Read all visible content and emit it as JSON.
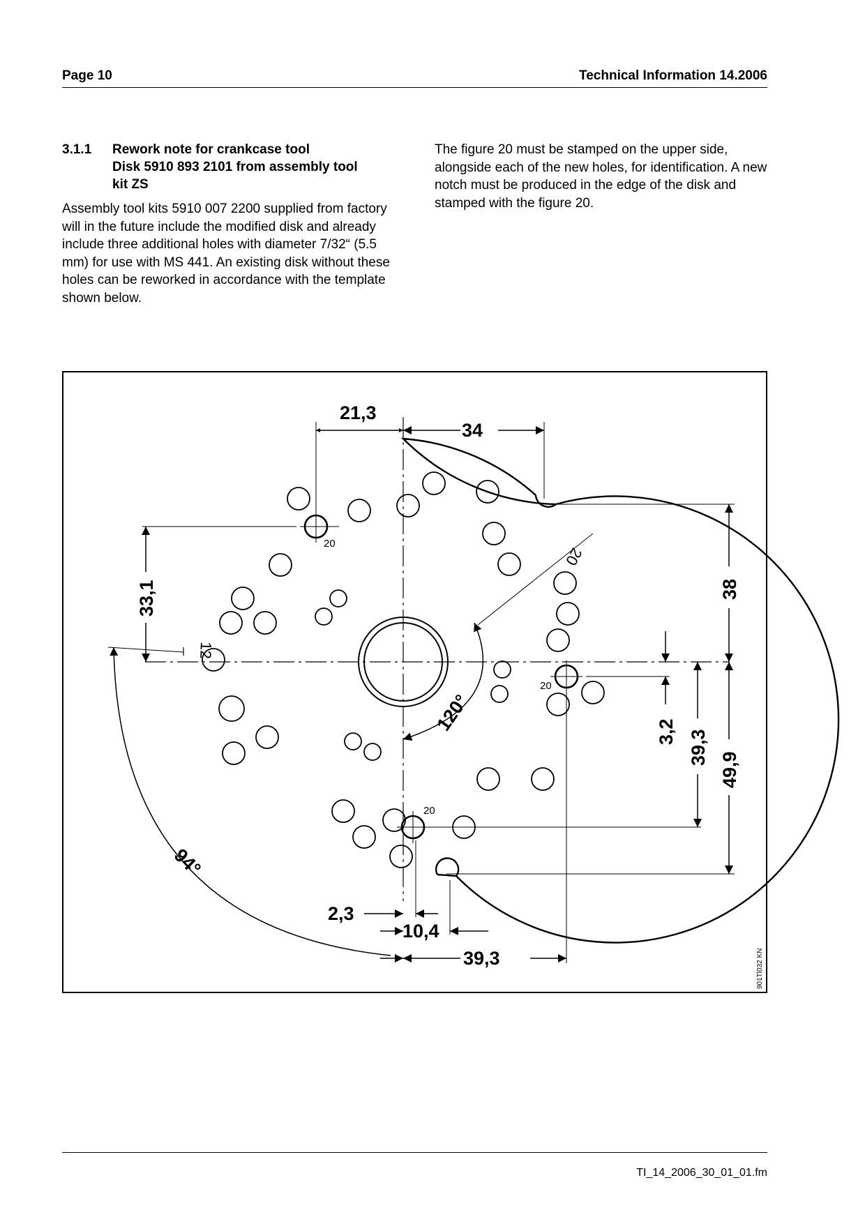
{
  "header": {
    "page": "Page 10",
    "title": "Technical Information  14.2006"
  },
  "section": {
    "number": "3.1.1",
    "title_lines": [
      "Rework note for crankcase tool",
      "Disk 5910 893 2101 from assembly tool",
      "kit ZS"
    ],
    "body_left": "Assembly tool kits 5910 007 2200 supplied from factory will in the future include the modified disk and already include three additional holes with diameter 7/32“ (5.5 mm) for use with MS 441. An existing disk without these holes can be reworked in accordance with the template shown below.",
    "body_right": "The figure 20 must be stamped on the upper side, alongside each of the new holes, for identification. A new notch must be produced in the edge of the disk and stamped with the figure 20."
  },
  "figure": {
    "dimensions": {
      "d_21_3": "21,3",
      "d_34": "34",
      "d_33_1": "33,1",
      "d_38": "38",
      "d_3_2": "3,2",
      "d_39_3_v": "39,3",
      "d_49_9": "49,9",
      "d_2_3": "2,3",
      "d_10_4": "10,4",
      "d_39_3_h": "39,3",
      "angle_120": "120°",
      "angle_94": "94°"
    },
    "stamps": {
      "hole_top": "20",
      "hole_right": "20",
      "hole_bottom": "20",
      "notch_mark": "20",
      "old_notch_mark": "12"
    },
    "reference": "901Tl032 KN"
  },
  "footer": {
    "file": "TI_14_2006_30_01_01.fm"
  }
}
